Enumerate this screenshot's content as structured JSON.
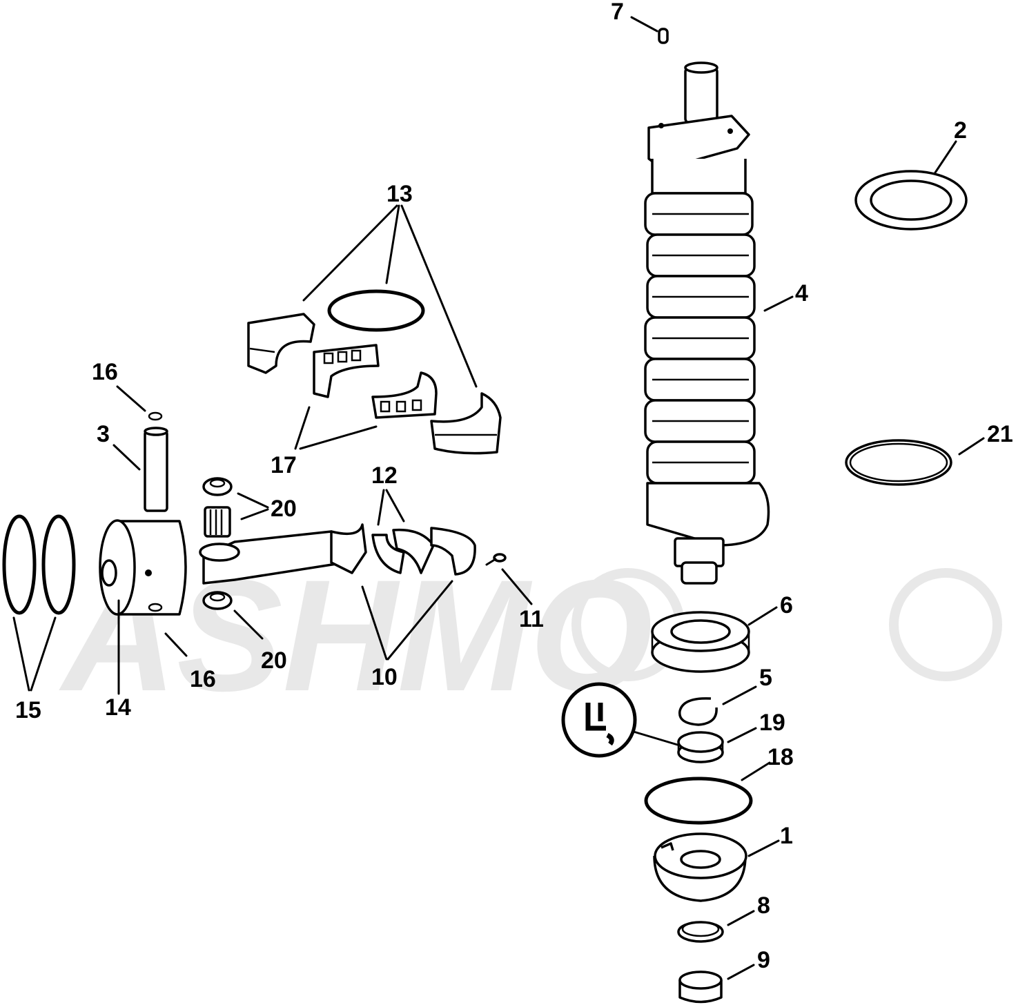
{
  "watermark": {
    "text": "ASHMO",
    "color": "#e8e8e8"
  },
  "callouts": {
    "c1": "1",
    "c2": "2",
    "c3": "3",
    "c4": "4",
    "c5": "5",
    "c6": "6",
    "c7": "7",
    "c8": "8",
    "c9": "9",
    "c10": "10",
    "c11": "11",
    "c12": "12",
    "c13": "13",
    "c14": "14",
    "c15": "15",
    "c16a": "16",
    "c16b": "16",
    "c17": "17",
    "c18": "18",
    "c19": "19",
    "c20a": "20",
    "c20b": "20",
    "c21": "21"
  },
  "colors": {
    "line": "#000000",
    "background": "#ffffff"
  }
}
